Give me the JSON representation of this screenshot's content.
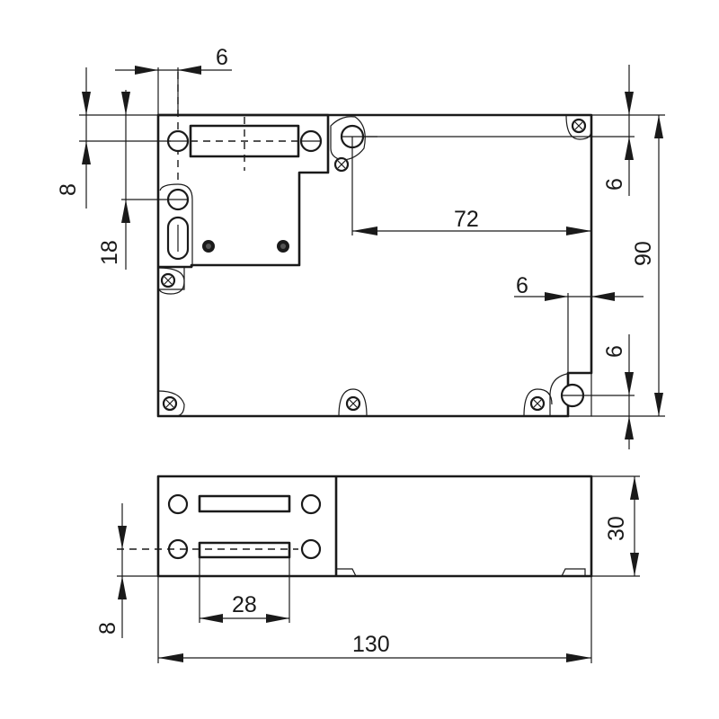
{
  "dimensions": {
    "top_pin_offset": "6",
    "left_offset_8": "8",
    "left_offset_18": "18",
    "hole_span_72": "72",
    "right_offset_6_top": "6",
    "overall_height_90": "90",
    "right_offset_6_horizontal": "6",
    "right_offset_6_bottom": "6",
    "side_height_30": "30",
    "actuator_width_28": "28",
    "bottom_offset_8": "8",
    "overall_length_130": "130"
  }
}
